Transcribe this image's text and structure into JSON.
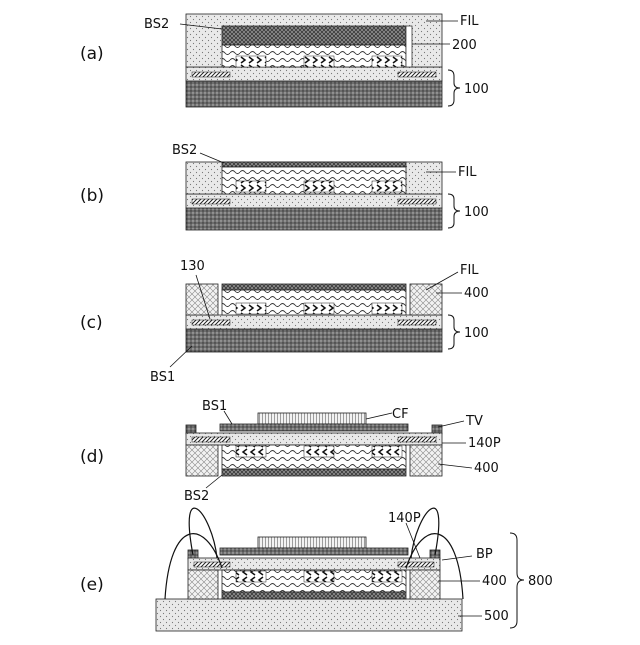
{
  "panels": [
    {
      "id": "a",
      "label": "(a)",
      "callouts": {
        "bs2": "BS2",
        "fil": "FIL",
        "chip": "200",
        "substrate": "100"
      }
    },
    {
      "id": "b",
      "label": "(b)",
      "callouts": {
        "bs2": "BS2",
        "fil": "FIL",
        "substrate": "100"
      }
    },
    {
      "id": "c",
      "label": "(c)",
      "callouts": {
        "wiring": "130",
        "fil": "FIL",
        "frame": "400",
        "substrate": "100",
        "bs1": "BS1"
      }
    },
    {
      "id": "d",
      "label": "(d)",
      "callouts": {
        "bs1": "BS1",
        "cf": "CF",
        "tv": "TV",
        "pad": "140P",
        "frame": "400",
        "bs2": "BS2"
      }
    },
    {
      "id": "e",
      "label": "(e)",
      "callouts": {
        "pad": "140P",
        "bp": "BP",
        "frame": "400",
        "module": "800",
        "board": "500"
      }
    }
  ]
}
